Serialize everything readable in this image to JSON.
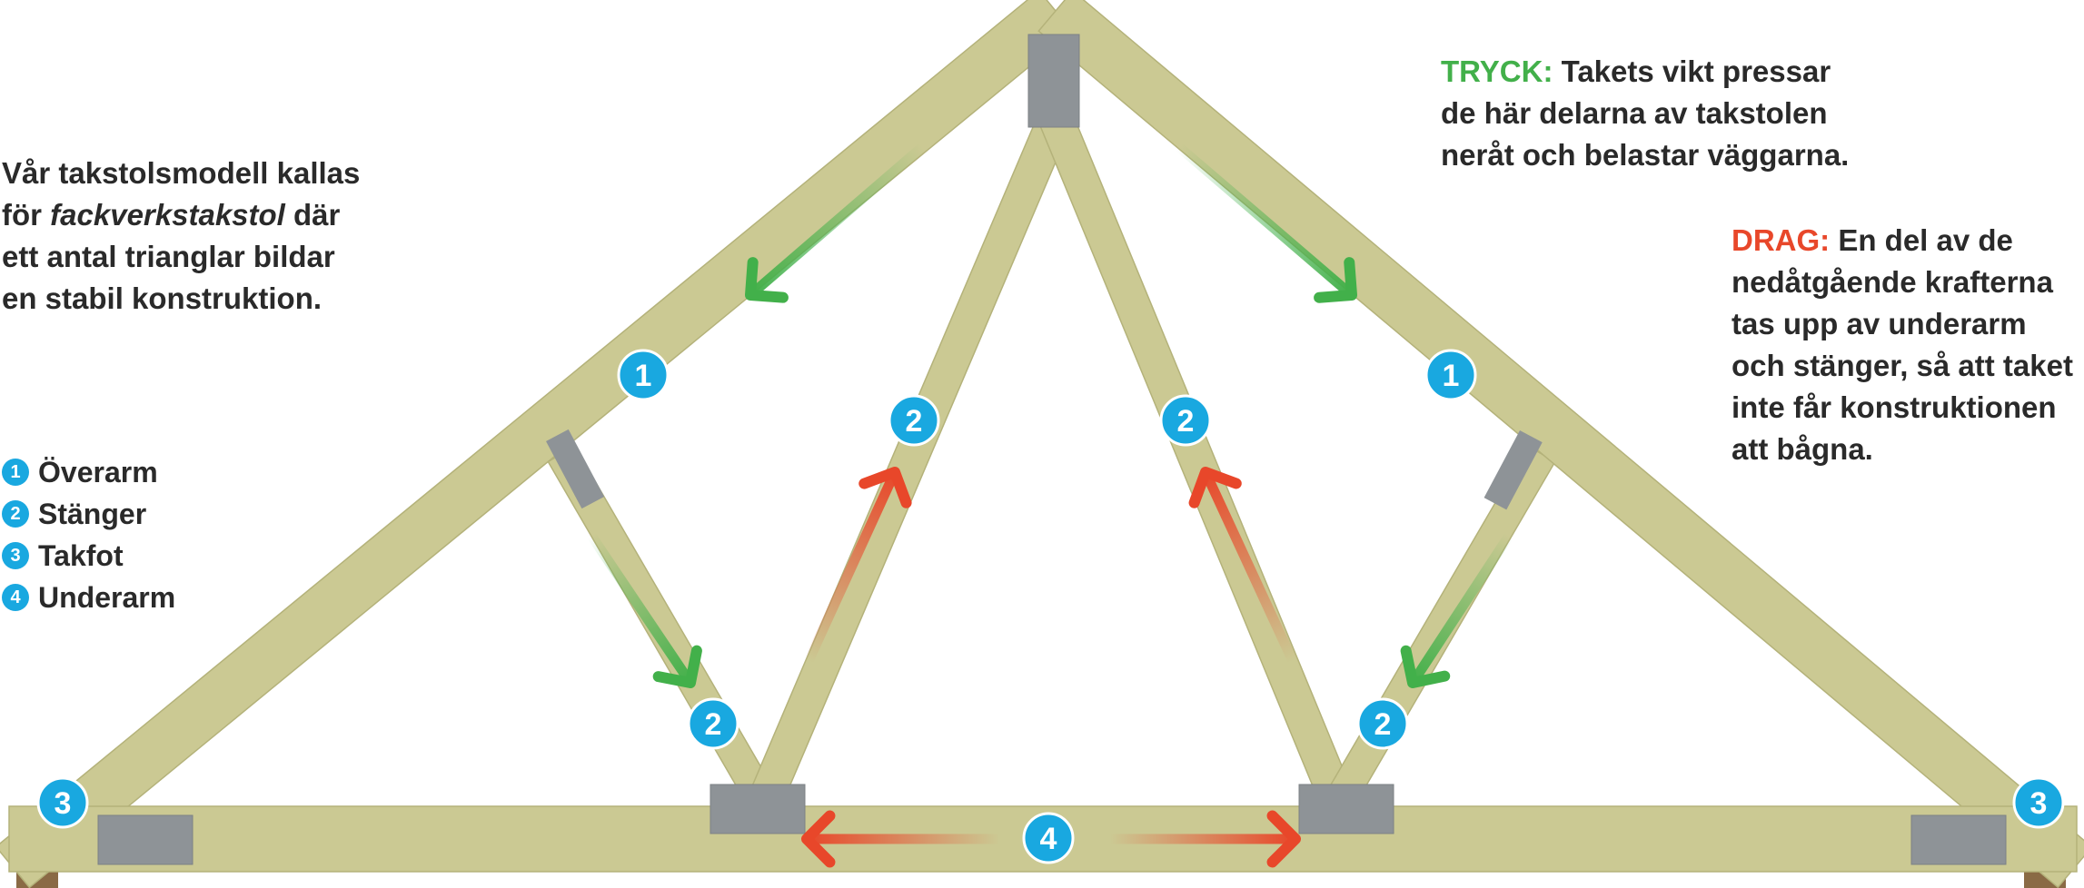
{
  "intro": {
    "line1": "Vår takstolsmodell kallas",
    "line2_prefix": "för ",
    "line2_italic": "fackverkstakstol",
    "line2_suffix": " där",
    "line3": "ett antal trianglar bildar",
    "line4": "en stabil konstruktion."
  },
  "tryck": {
    "keyword": "TRYCK:",
    "line1": " Takets vikt pressar",
    "line2": "de här delarna av takstolen",
    "line3": "neråt och belastar väggarna."
  },
  "drag": {
    "keyword": "DRAG:",
    "line1": " En del av de",
    "line2": "nedåtgående krafterna",
    "line3": "tas upp av underarm",
    "line4": "och stänger, så att taket",
    "line5": "inte får konstruktionen",
    "line6": "att bågna."
  },
  "legend": [
    {
      "num": "1",
      "label": "Överarm"
    },
    {
      "num": "2",
      "label": "Stänger"
    },
    {
      "num": "3",
      "label": "Takfot"
    },
    {
      "num": "4",
      "label": "Underarm"
    }
  ],
  "markers": {
    "overarm": "1",
    "stanger": "2",
    "takfot": "3",
    "underarm": "4"
  },
  "colors": {
    "wood": "#cbc993",
    "wood_edge": "#b4b27a",
    "plate": "#8e9397",
    "marker": "#19a8e0",
    "tension": "#e8472a",
    "compression": "#42b04a",
    "text": "#2a2a2a"
  }
}
